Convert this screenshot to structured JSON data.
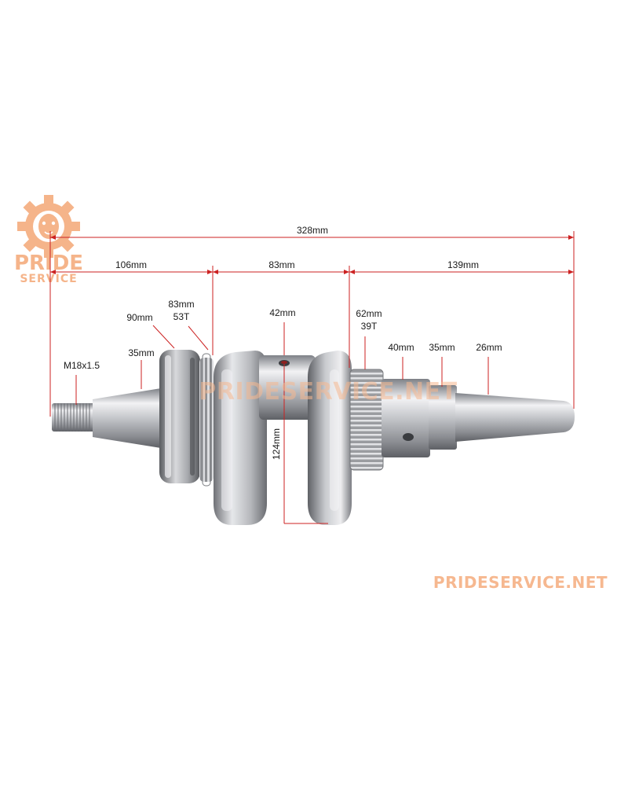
{
  "logo": {
    "line1": "PRIDE",
    "line2": "SERVICE",
    "color": "#f5b48a"
  },
  "watermark": {
    "center": "PRIDESERVICE.NET",
    "bottom": "PRIDESERVICE.NET",
    "color": "#f6b890"
  },
  "dimensions": {
    "overall_length": "328mm",
    "left_section": "106mm",
    "middle_section": "83mm",
    "right_section": "139mm",
    "thread": "M18x1.5",
    "bearing_inner": "35mm",
    "bearing_outer": "90mm",
    "left_gear_dia": "83mm",
    "left_gear_teeth": "53T",
    "crankpin": "42mm",
    "right_gear_dia": "62mm",
    "right_gear_teeth": "39T",
    "step_40": "40mm",
    "step_35": "35mm",
    "step_26": "26mm",
    "web_height": "124mm"
  },
  "colors": {
    "dimension_line": "#cc2222",
    "steel_light": "#e8e8ea",
    "steel_dark": "#8a8c90"
  }
}
